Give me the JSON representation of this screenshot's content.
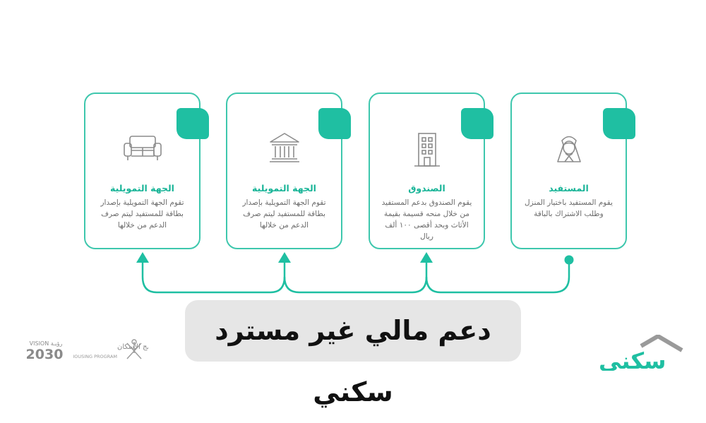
{
  "cards": [
    {
      "title": "المستفيد",
      "description": "يقوم المستفيد باختيار المنزل وطلب الاشتراك بالباقة",
      "icon": "beneficiary-person-icon"
    },
    {
      "title": "الصندوق",
      "description": "يقوم الصندوق بدعم المستفيد من خلال منحه قسيمة بقيمة الأثاث وبحد أقصى ١٠٠ ألف ريال",
      "icon": "building-icon"
    },
    {
      "title": "الجهة التمويلية",
      "description": "تقوم الجهة التمويلية بإصدار بطاقة للمستفيد ليتم صرف الدعم من خلالها",
      "icon": "bank-icon"
    },
    {
      "title": "الجهة التمويلية",
      "description": "تقوم الجهة التمويلية بإصدار بطاقة للمستفيد ليتم صرف الدعم من خلالها",
      "icon": "sofa-icon"
    }
  ],
  "headline": "دعم مالي غير مسترد سكني",
  "logos": {
    "vision": {
      "top": "VISION رؤيـة",
      "year": "2030"
    },
    "housing": {
      "arabic": "برنامج الإسكان",
      "english": "HOUSING PROGRAM"
    },
    "sakani": {
      "text": "سكني"
    }
  },
  "colors": {
    "accent": "#1fbfa2",
    "border": "#3ec7ad",
    "title": "#18b497",
    "headline_bg": "#e6e6e6"
  }
}
